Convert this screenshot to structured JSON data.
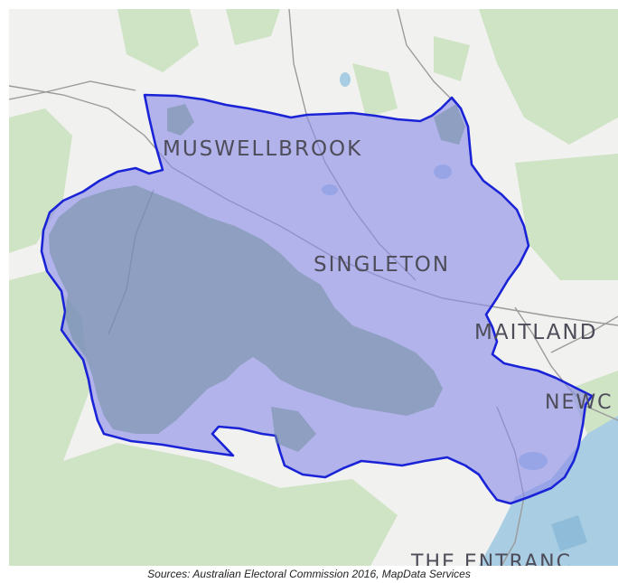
{
  "map": {
    "places": {
      "muswellbrook": "MUSWELLBROOK",
      "singleton": "SINGLETON",
      "maitland": "MAITLAND",
      "newcastle_partial": "NEWC",
      "the_entrance_partial": "THE ENTRANC"
    },
    "colors": {
      "background": "#f1f1ef",
      "forest": "#cfe3c5",
      "water": "#a9cde3",
      "electorate_fill": "#8c8ce8",
      "electorate_border": "#1a24d6",
      "roads": "#9b9b9b"
    }
  },
  "credits": "Sources: Australian Electoral Commission 2016, MapData Services"
}
